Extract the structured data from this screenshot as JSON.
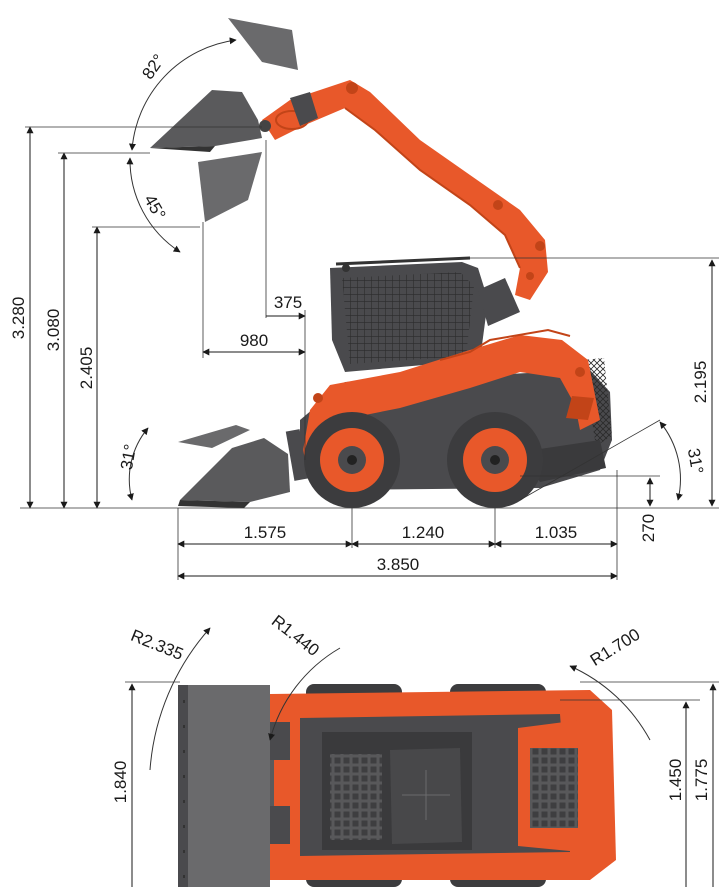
{
  "side_view": {
    "angles": {
      "dump_top": "82°",
      "rollback_mid": "45°",
      "ground_rollback": "31°",
      "departure": "31°"
    },
    "heights": {
      "max_pin": "3.280",
      "pin_height": "3.080",
      "dump_height": "2.405",
      "overall_height": "2.195",
      "ground_clearance": "270"
    },
    "reach": {
      "dump_reach": "375",
      "reach_at_45": "980"
    },
    "lengths": {
      "front_overhang": "1.575",
      "wheelbase": "1.240",
      "rear_overhang": "1.035",
      "overall_length": "3.850"
    }
  },
  "top_view": {
    "radii": {
      "bucket_turn": "R2.335",
      "front_turn": "R1.440",
      "rear_turn": "R1.700"
    },
    "widths": {
      "bucket_width": "1.840",
      "track_width": "1.450",
      "overall_width": "1.775"
    }
  },
  "colors": {
    "body_orange": "#e8582a",
    "dark_orange": "#c24418",
    "chassis_gray": "#4a4a4d",
    "bucket_gray": "#5a5a5c",
    "tire_gray": "#3c3c3e",
    "line_black": "#1a1a1a"
  }
}
